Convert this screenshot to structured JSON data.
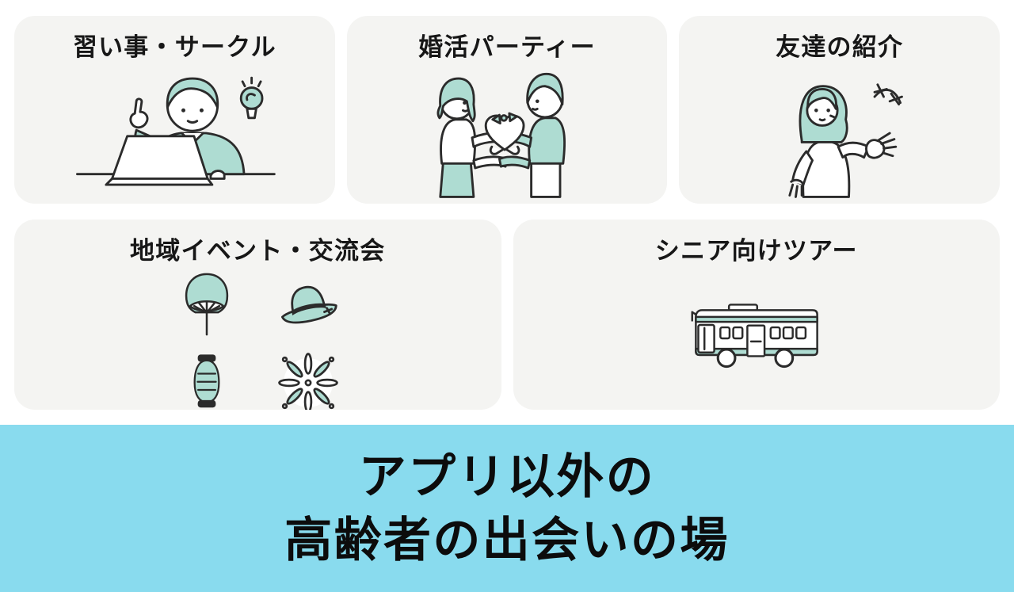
{
  "colors": {
    "page_bg": "#ffffff",
    "card_bg": "#f4f4f2",
    "banner_bg": "#89dbee",
    "illustration_teal": "#aedcd2",
    "line_color": "#2b2b2b",
    "text_color": "#171717"
  },
  "cards": [
    {
      "title": "習い事・サークル",
      "illustration": "man-at-laptop-with-lightbulb"
    },
    {
      "title": "婚活パーティー",
      "illustration": "couple-exchanging-heart-gift"
    },
    {
      "title": "友達の紹介",
      "illustration": "senior-woman-introducing-gesture"
    },
    {
      "title": "地域イベント・交流会",
      "illustration": "festival-icons",
      "icons": [
        "uchiwa-fan",
        "sun-hat",
        "paper-lantern",
        "firework"
      ]
    },
    {
      "title": "シニア向けツアー",
      "illustration": "tour-bus"
    }
  ],
  "banner": {
    "line1": "アプリ以外の",
    "line2": "高齢者の出会いの場"
  }
}
